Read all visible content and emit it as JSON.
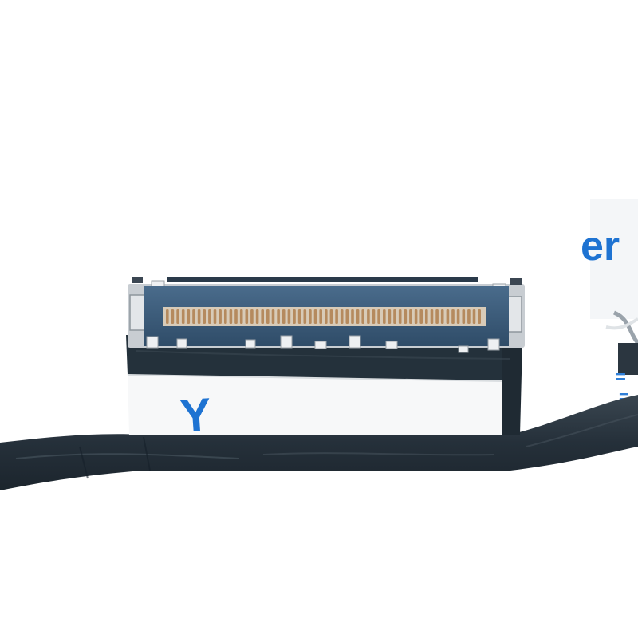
{
  "scene": {
    "description_colors": {
      "background": "#ffffff",
      "cable": "#25303a",
      "connector_body": "#3a5a78",
      "pins": "#b58a5e",
      "metal": "#c8cdd2",
      "label_ink": "#1e73d2"
    },
    "printed_marks": {
      "right_edge_text": "er",
      "tape_mark": "Y"
    },
    "pin_count": 60
  }
}
